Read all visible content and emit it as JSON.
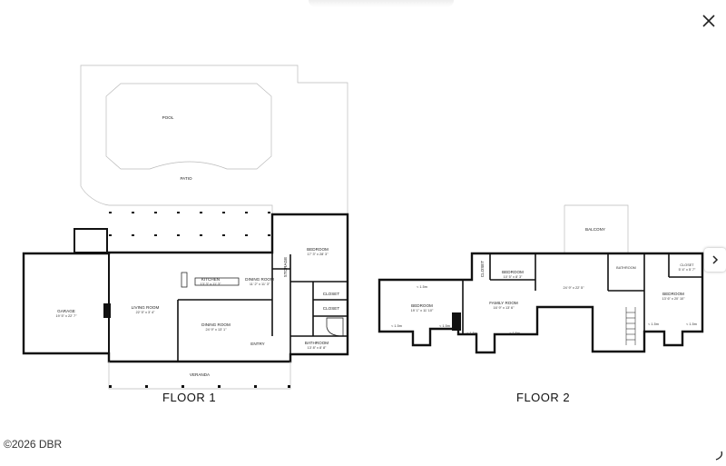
{
  "viewer": {
    "close_icon": "close-icon",
    "next_icon": "chevron-right-icon",
    "copyright": "©2026 DBR"
  },
  "floor1": {
    "label": "FLOOR 1",
    "pool": "POOL",
    "patio": "PATIO",
    "garage": {
      "name": "GARAGE",
      "dims": "19' 5\" x 22' 7\""
    },
    "living_room": {
      "name": "LIVING ROOM",
      "dims": "22' 5\" x 3' 4\""
    },
    "kitchen": {
      "name": "KITCHEN",
      "dims": "13' 3\" x 11' 3\""
    },
    "dining_room_a": {
      "name": "DINING ROOM",
      "dims": "11' 2\" x 11' 3\""
    },
    "dining_room_b": {
      "name": "DINING ROOM",
      "dims": "24' 9\" x 13' 1\""
    },
    "bedroom": {
      "name": "BEDROOM",
      "dims": "17' 3\" x 28' 3\""
    },
    "storage": "STORAGE",
    "closet_a": "CLOSET",
    "closet_b": "CLOSET",
    "bathroom": {
      "name": "BATHROOM",
      "dims": "13' 8\" x 8' 8\""
    },
    "entry": "ENTRY",
    "veranda": "VERANDA"
  },
  "floor2": {
    "label": "FLOOR 2",
    "balcony": "BALCONY",
    "closet_a": "CLOSET",
    "bedroom_a": {
      "name": "BEDROOM",
      "dims": "10' 5\" x 8' 3\""
    },
    "hall": {
      "dims": "24' 9\" x 22' 5\""
    },
    "bedroom_b": {
      "name": "BEDROOM",
      "dims": "19' 1\" x 11' 10\""
    },
    "family_room": {
      "name": "FAMILY ROOM",
      "dims": "16' 9\" x 13' 6\""
    },
    "bathroom": "BATHROOM",
    "closet_b": {
      "name": "CLOSET",
      "dims": "5' 4\" x 5' 7\""
    },
    "bedroom_c": {
      "name": "BEDROOM",
      "dims": "13' 6\" x 20' 10\""
    },
    "ceiling_note": "< 1.5m"
  }
}
